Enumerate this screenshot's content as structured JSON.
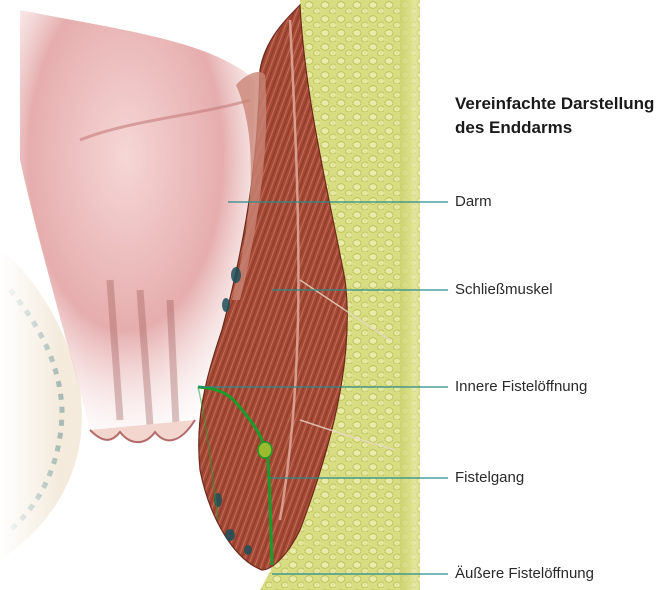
{
  "title": {
    "line1": "Vereinfachte Darstellung",
    "line2": "des Enddarms"
  },
  "labels": [
    {
      "id": "darm",
      "text": "Darm"
    },
    {
      "id": "schliessmuskel",
      "text": "Schließmuskel"
    },
    {
      "id": "innere-fisteloeffnung",
      "text": "Innere Fistelöffnung"
    },
    {
      "id": "fistelgang",
      "text": "Fistelgang"
    },
    {
      "id": "aeussere-fisteloeffnung",
      "text": "Äußere Fistelöffnung"
    }
  ],
  "colors": {
    "leader_line": "#2a8c8c",
    "fistula": "#1a9c2a",
    "muscle": "#a84a35",
    "mucosa": "#d79a9a",
    "fat": "#cdd36a",
    "text": "#2a2a2a"
  }
}
